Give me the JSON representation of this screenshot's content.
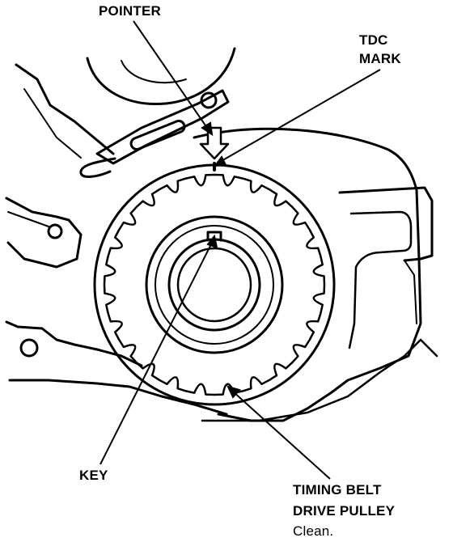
{
  "labels": {
    "pointer": "POINTER",
    "tdc_mark_line1": "TDC",
    "tdc_mark_line2": "MARK",
    "key": "KEY",
    "pulley_line1": "TIMING BELT",
    "pulley_line2": "DRIVE PULLEY",
    "pulley_note": "Clean."
  },
  "colors": {
    "ink": "#000000",
    "paper": "#ffffff"
  },
  "pulley": {
    "tooth_count": 24
  }
}
